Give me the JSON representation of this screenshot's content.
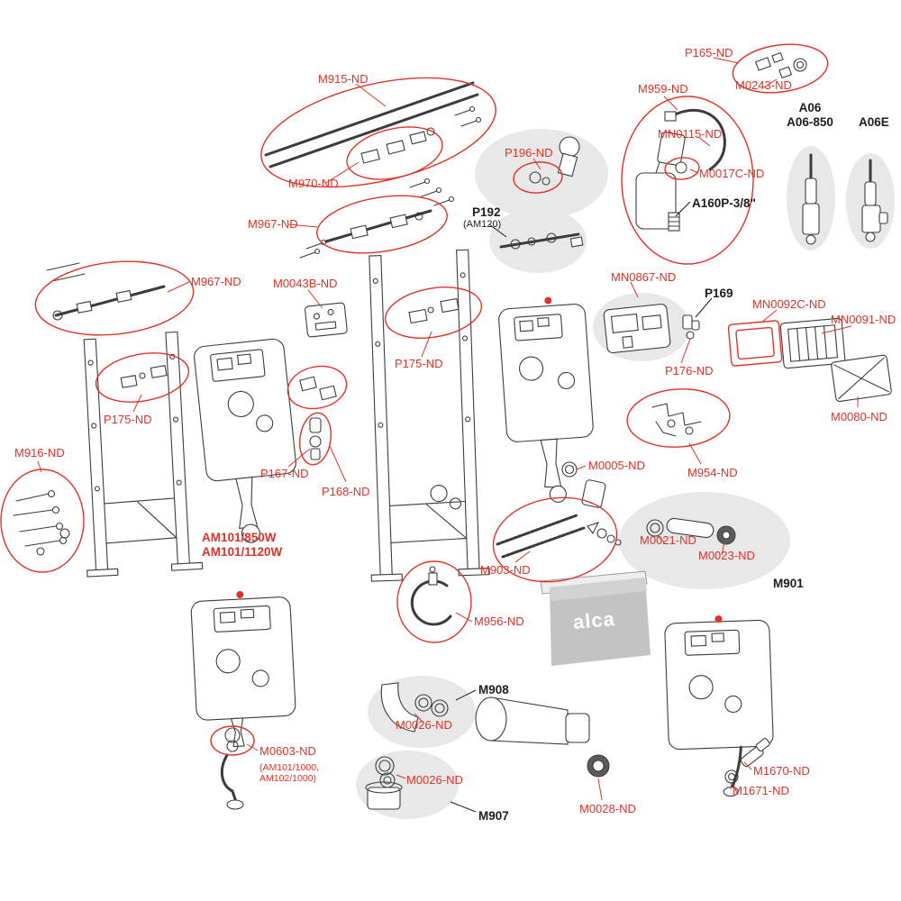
{
  "colors": {
    "red": "#e23227",
    "ink": "#1d1d1b",
    "line": "#3c3c3c",
    "grayfill": "#e8e8e8",
    "plate": "#c3c3c3"
  },
  "labels": {
    "m915": {
      "text": "M915-ND"
    },
    "m970": {
      "text": "M970-ND"
    },
    "m967_top": {
      "text": "M967-ND"
    },
    "m967_left": {
      "text": "M967-ND"
    },
    "p196": {
      "text": "P196-ND"
    },
    "p165": {
      "text": "P165-ND"
    },
    "m0243": {
      "text": "M0243-ND"
    },
    "m959": {
      "text": "M959-ND"
    },
    "mn0115": {
      "text": "MN0115-ND"
    },
    "m0017c": {
      "text": "M0017C-ND"
    },
    "p192": {
      "text": "P192"
    },
    "am120": {
      "text": "(AM120)"
    },
    "a160p": {
      "text": "A160P-3/8\""
    },
    "a06": {
      "text": "A06\nA06-850"
    },
    "a06e": {
      "text": "A06E"
    },
    "m0043b": {
      "text": "M0043B-ND"
    },
    "mn0867": {
      "text": "MN0867-ND"
    },
    "p169": {
      "text": "P169"
    },
    "mn0092c": {
      "text": "MN0092C-ND"
    },
    "mn0091": {
      "text": "MN0091-ND"
    },
    "m0080": {
      "text": "M0080-ND"
    },
    "p175_center": {
      "text": "P175-ND"
    },
    "p175_left": {
      "text": "P175-ND"
    },
    "p176": {
      "text": "P176-ND"
    },
    "p167": {
      "text": "P167-ND"
    },
    "p168": {
      "text": "P168-ND"
    },
    "m916": {
      "text": "M916-ND"
    },
    "m0005": {
      "text": "M0005-ND"
    },
    "m954": {
      "text": "M954-ND"
    },
    "m0021": {
      "text": "M0021-ND"
    },
    "m0023": {
      "text": "M0023-ND"
    },
    "m903": {
      "text": "M903-ND"
    },
    "m901": {
      "text": "M901"
    },
    "am101": {
      "text": "AM101/850W\nAM101/1120W"
    },
    "m956": {
      "text": "M956-ND"
    },
    "m908": {
      "text": "M908"
    },
    "m0026_top": {
      "text": "M0026-ND"
    },
    "m0026_bottom": {
      "text": "M0026-ND"
    },
    "m907": {
      "text": "M907"
    },
    "m0603": {
      "text": "M0603-ND"
    },
    "m0603_sub": {
      "text": "(AM101/1000,\nAM102/1000)"
    },
    "m0028": {
      "text": "M0028-ND"
    },
    "m1670": {
      "text": "M1670-ND"
    },
    "m1671": {
      "text": "M1671-ND"
    },
    "logo": {
      "text": "alca"
    }
  }
}
